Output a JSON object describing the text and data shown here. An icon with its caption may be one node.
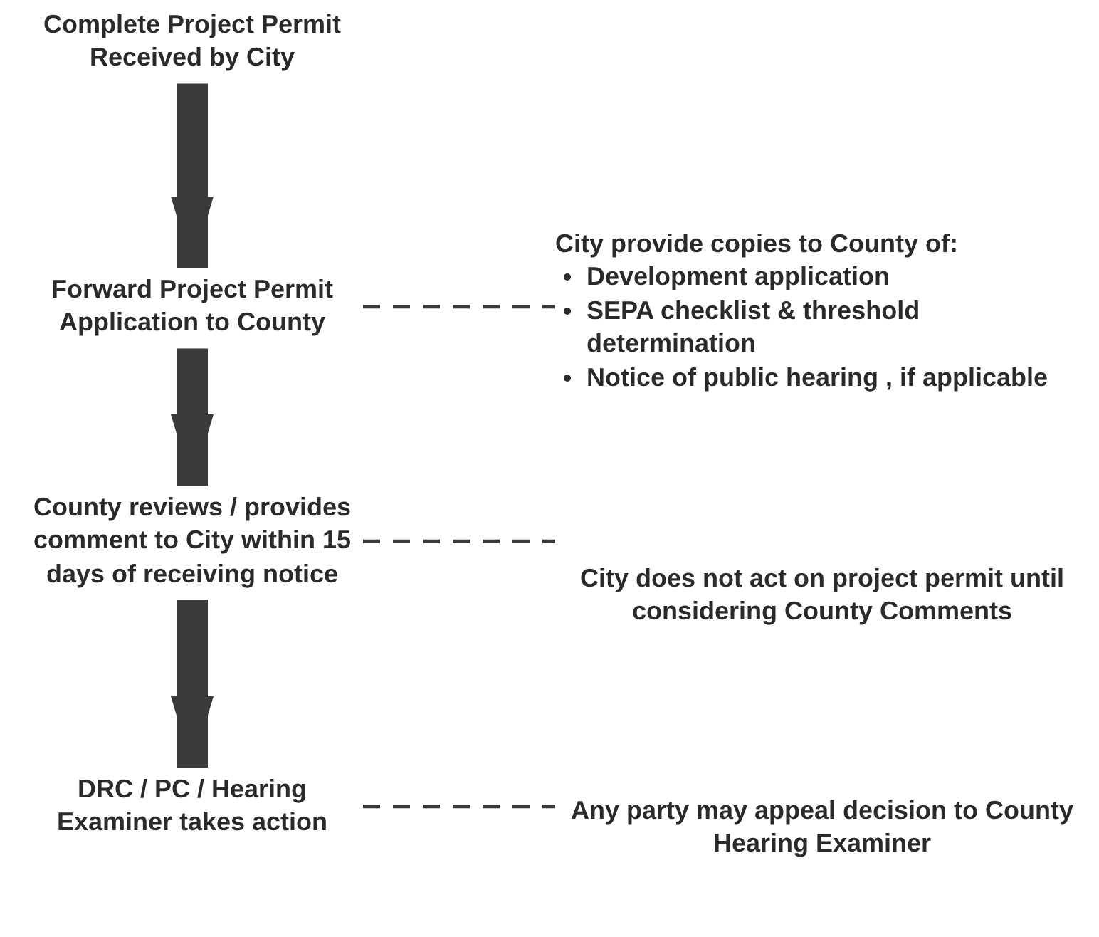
{
  "diagram": {
    "nodes": [
      {
        "text": [
          "Complete Project Permit Received by City"
        ]
      },
      {
        "text": [
          "Forward Project Permit Application to County"
        ]
      },
      {
        "text": [
          "County reviews / provides comment to City within 15 days of receiving notice"
        ]
      },
      {
        "text": [
          "DRC / PC / Hearing Examiner takes action"
        ]
      },
      {
        "text": [
          "City provide copies to County of:",
          "Development application",
          "SEPA checklist & threshold determination",
          "Notice of public hearing , if applicable"
        ]
      },
      {
        "text": [
          "City does not act on project permit until considering County Comments"
        ]
      },
      {
        "text": [
          "Any party may appeal decision to County Hearing Examiner"
        ]
      }
    ],
    "edges": [
      {
        "from": 0,
        "to": 1,
        "arrow": "to",
        "style": "thick"
      },
      {
        "from": 1,
        "to": 2,
        "arrow": "to",
        "style": "thick"
      },
      {
        "from": 2,
        "to": 3,
        "arrow": "to",
        "style": "thick"
      },
      {
        "from": 1,
        "to": 4,
        "arrow": "none",
        "style": "dashed"
      },
      {
        "from": 2,
        "to": 5,
        "arrow": "none",
        "style": "dashed"
      },
      {
        "from": 3,
        "to": 6,
        "arrow": "none",
        "style": "dashed"
      }
    ]
  }
}
